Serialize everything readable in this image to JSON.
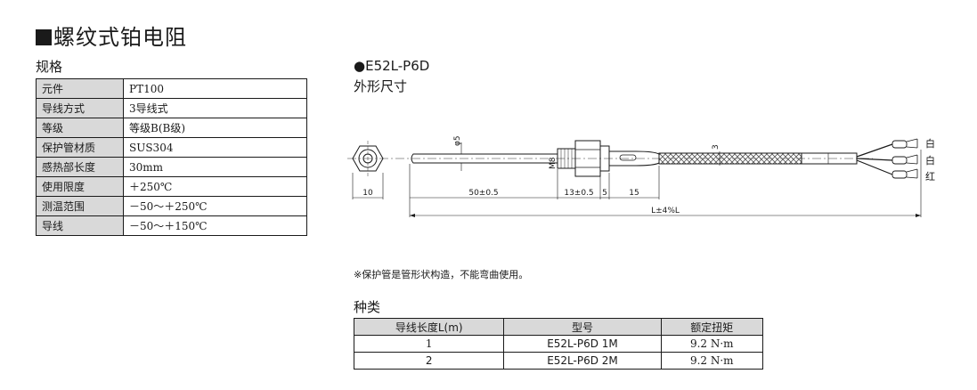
{
  "title": "螺纹式铂电阻",
  "spec": {
    "heading": "规格",
    "rows": [
      {
        "label": "元件",
        "value": "PT100"
      },
      {
        "label": "导线方式",
        "value": "3导线式"
      },
      {
        "label": "等级",
        "value": "等级B(B级)"
      },
      {
        "label": "保护管材质",
        "value": "SUS304"
      },
      {
        "label": "感热部长度",
        "value": "30mm"
      },
      {
        "label": "使用限度",
        "value": "＋250℃"
      },
      {
        "label": "测温范围",
        "value": "－50～＋250℃"
      },
      {
        "label": "导线",
        "value": "－50～＋150℃"
      }
    ]
  },
  "model": "●E52L-P6D",
  "dims_heading": "外形尺寸",
  "drawing": {
    "dim_10": "10",
    "dim_50": "50±0.5",
    "dim_13": "13±0.5",
    "dim_5": "5",
    "dim_15": "15",
    "dim_total": "L±4%L",
    "dia_5": "φ5",
    "thread": "M8",
    "dim_3": "3",
    "wire_1": "白",
    "wire_2": "白",
    "wire_3": "红"
  },
  "note": "※保护管是管形状构造，不能弯曲使用。",
  "types": {
    "heading": "种类",
    "headers": [
      "导线长度L(m)",
      "型号",
      "额定扭矩"
    ],
    "rows": [
      [
        "1",
        "E52L-P6D 1M",
        "9.2 N·m"
      ],
      [
        "2",
        "E52L-P6D 2M",
        "9.2 N·m"
      ]
    ]
  }
}
